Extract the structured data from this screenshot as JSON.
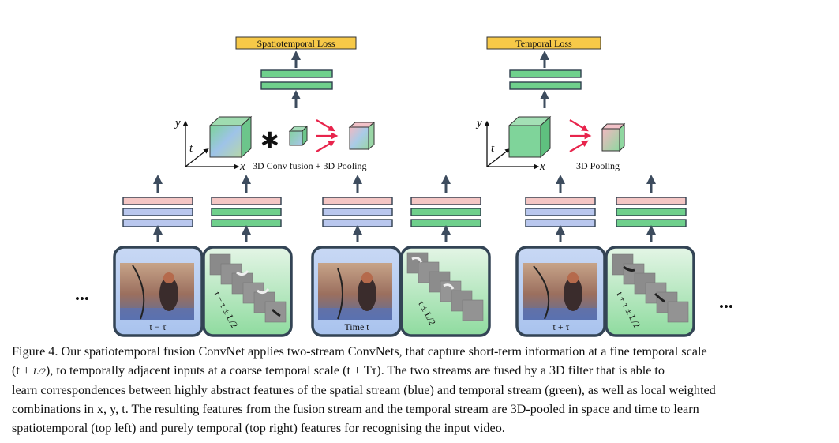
{
  "top_left": {
    "loss_label": "Spatiotemporal Loss",
    "fusion_label": "3D Conv fusion + 3D Pooling",
    "operator": "∗"
  },
  "top_right": {
    "loss_label": "Temporal Loss",
    "pooling_label": "3D Pooling"
  },
  "axes": {
    "x": "x",
    "y": "y",
    "t": "t"
  },
  "inputs": {
    "left": {
      "rgb_label": "t − τ",
      "flow_label": "t − τ ± L/2"
    },
    "middle": {
      "rgb_label": "Time t",
      "flow_label": "t ± L/2"
    },
    "right": {
      "rgb_label": "t + τ",
      "flow_label": "t + τ ± L/2"
    }
  },
  "ellipsis_left": "•••",
  "ellipsis_right": "•••",
  "caption": {
    "line1": "Figure 4. Our spatiotemporal fusion ConvNet applies two-stream ConvNets, that capture short-term information at a fine temporal scale",
    "line2_pre": "(t ± ",
    "line2_frac": "L/2",
    "line2_post": "), to temporally adjacent inputs at a coarse temporal scale (t + Tτ).  The two streams are fused by a 3D filter that is able to",
    "line3": "learn correspondences between highly abstract features of the spatial stream (blue) and temporal stream (green), as well as local weighted",
    "line4": "combinations in x, y, t. The resulting features from the fusion stream and the temporal stream are 3D-pooled in space and time to learn",
    "line5": "spatiotemporal (top left) and purely temporal (top right) features for recognising the input video."
  },
  "colors": {
    "spatial_blue": "#b9c7ee",
    "temporal_green": "#6fd08c",
    "loss_yellow": "#f7c948",
    "arrow_dark": "#3d4c5e",
    "arrow_red": "#e8244c"
  }
}
